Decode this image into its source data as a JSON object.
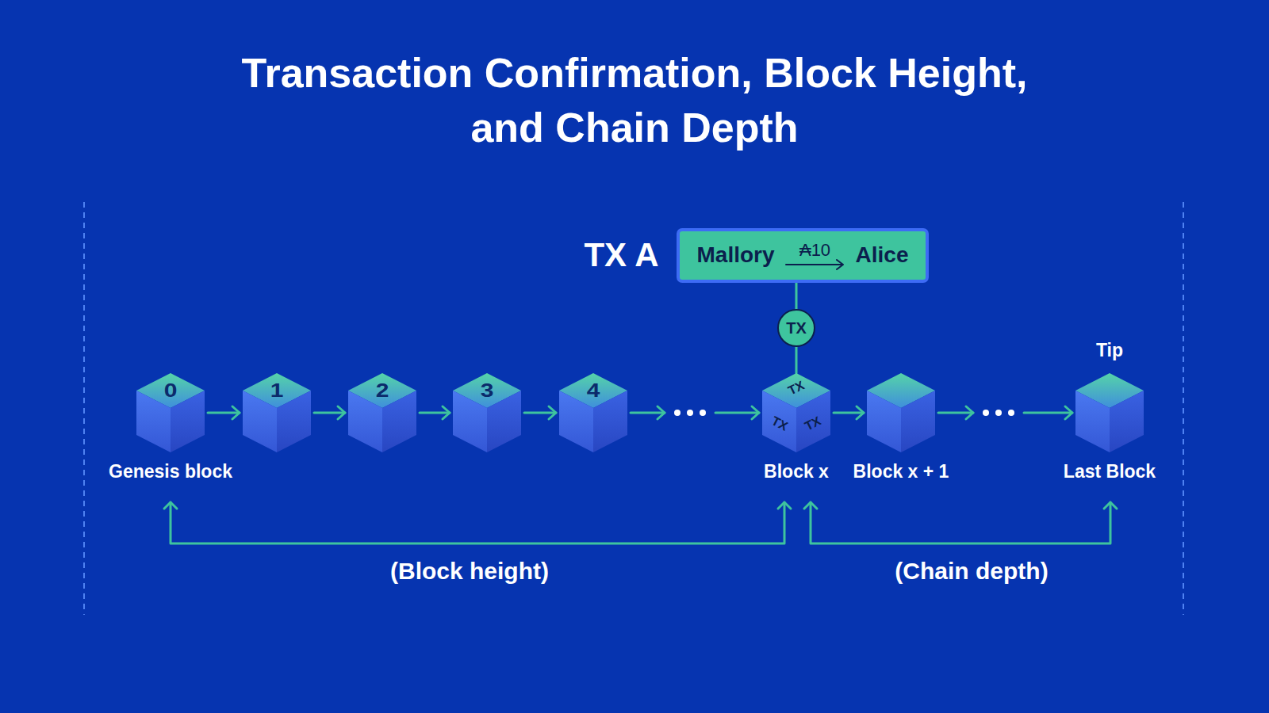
{
  "diagram": {
    "title": "Transaction Confirmation, Block Height, and Chain Depth",
    "nodes": [
      {
        "text": [
          "TX A",
          "Mallory",
          "₳10",
          "Alice"
        ]
      },
      {
        "text": [
          "TX"
        ]
      },
      {
        "text": [
          "0",
          "Genesis block"
        ]
      },
      {
        "text": [
          "1"
        ]
      },
      {
        "text": [
          "2"
        ]
      },
      {
        "text": [
          "3"
        ]
      },
      {
        "text": [
          "4"
        ]
      },
      {
        "text": [
          "TX",
          "TX",
          "TX",
          "Block x"
        ]
      },
      {
        "text": [
          "Block x + 1"
        ]
      },
      {
        "text": [
          "Tip",
          "Last Block"
        ]
      }
    ],
    "edges": [
      {
        "from": 0,
        "to": 1,
        "arrow": "none"
      },
      {
        "from": 1,
        "to": 7,
        "arrow": "none"
      },
      {
        "from": 2,
        "to": 3,
        "arrow": "to"
      },
      {
        "from": 3,
        "to": 4,
        "arrow": "to"
      },
      {
        "from": 4,
        "to": 5,
        "arrow": "to"
      },
      {
        "from": 5,
        "to": 6,
        "arrow": "to"
      },
      {
        "from": 6,
        "to": 7,
        "arrow": "to"
      },
      {
        "from": 7,
        "to": 8,
        "arrow": "to"
      },
      {
        "from": 8,
        "to": 9,
        "arrow": "to"
      }
    ],
    "labels": [
      "(Block height)",
      "(Chain depth)"
    ]
  }
}
